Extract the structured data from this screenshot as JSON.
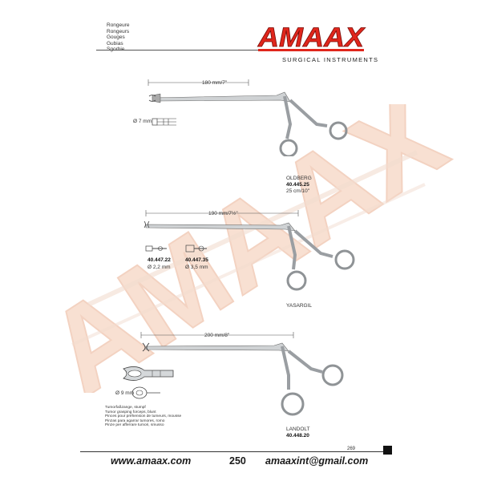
{
  "header": {
    "categories": [
      "Rongeure",
      "Rongeurs",
      "Gouges",
      "Gubias",
      "Sgorbie"
    ],
    "logo_text": "AMAAX",
    "tagline": "SURGICAL INSTRUMENTS"
  },
  "watermark": {
    "text": "AMAAX"
  },
  "instruments": [
    {
      "length_label": "180 mm/7\"",
      "tip_label": "Ø 7 mm",
      "name": "OLDBERG",
      "code": "40.445.25",
      "size": "25 cm/10\""
    },
    {
      "length_label": "190 mm/7½\"",
      "variants": [
        {
          "code": "40.447.22",
          "size": "Ø 2,2 mm"
        },
        {
          "code": "40.447.35",
          "size": "Ø 3,5 mm"
        }
      ],
      "name": "YASARGIL"
    },
    {
      "length_label": "200 mm/8\"",
      "tip_label": "Ø 9 mm",
      "description": [
        "Tumorfaßzange, stumpf",
        "Tumor grasping forceps, blunt",
        "Pinces pour préhension de tumeurs, mousse",
        "Pinzas para agarrar tumores, romo",
        "Pinze per afferrare tumori, smusso"
      ],
      "name": "LANDOLT",
      "code": "40.448.20"
    }
  ],
  "footer": {
    "website": "www.amaax.com",
    "page_number": "250",
    "email": "amaaxint@gmail.com",
    "page_small": "269"
  },
  "colors": {
    "logo_red": "#e0261c",
    "watermark": "#f6d6c4"
  }
}
